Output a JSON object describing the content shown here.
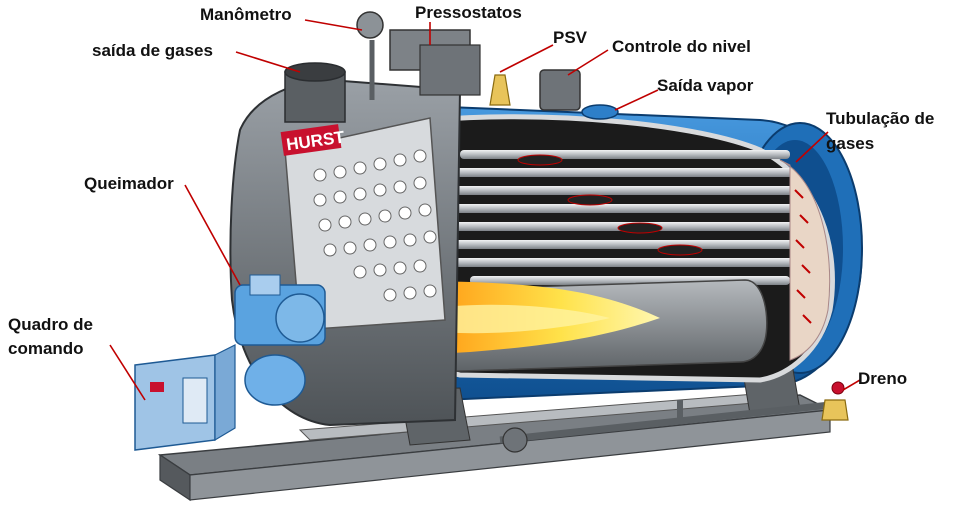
{
  "labels": {
    "manometro": "Manômetro",
    "pressostatos": "Pressostatos",
    "psv": "PSV",
    "controle_nivel": "Controle do nivel",
    "saida_gases": "saída de gases",
    "saida_vapor": "Saída vapor",
    "tubulacao_gases_1": "Tubulação de",
    "tubulacao_gases_2": "gases",
    "queimador": "Queimador",
    "quadro_comando_1": "Quadro de",
    "quadro_comando_2": "comando",
    "dreno": "Dreno"
  },
  "nameplate": "HURST",
  "colors": {
    "shell_blue": "#1f6fb8",
    "shell_dark_blue": "#0f4f8f",
    "steel_gray": "#6f7478",
    "dark_gray": "#3e4245",
    "tube_gray": "#c9ccd0",
    "flame_yellow": "#ffe24a",
    "flame_orange": "#ff8a1a",
    "leader_red": "#c00000",
    "nameplate_red": "#c8102e",
    "panel_blue": "#9fc4e6"
  }
}
